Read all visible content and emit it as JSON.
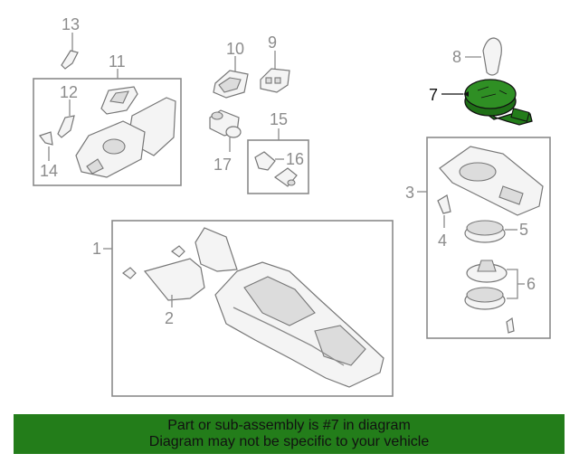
{
  "callouts": {
    "n1": "1",
    "n2": "2",
    "n3": "3",
    "n4": "4",
    "n5": "5",
    "n6": "6",
    "n7": "7",
    "n8": "8",
    "n9": "9",
    "n10": "10",
    "n11": "11",
    "n12": "12",
    "n13": "13",
    "n14": "14",
    "n15": "15",
    "n16": "16",
    "n17": "17"
  },
  "highlight": {
    "callout": "7",
    "color": "#237d1a"
  },
  "banner": {
    "line1": "Part or sub-assembly is #7 in diagram",
    "line2": "Diagram may not be specific to your vehicle",
    "color": "#237d1a"
  }
}
